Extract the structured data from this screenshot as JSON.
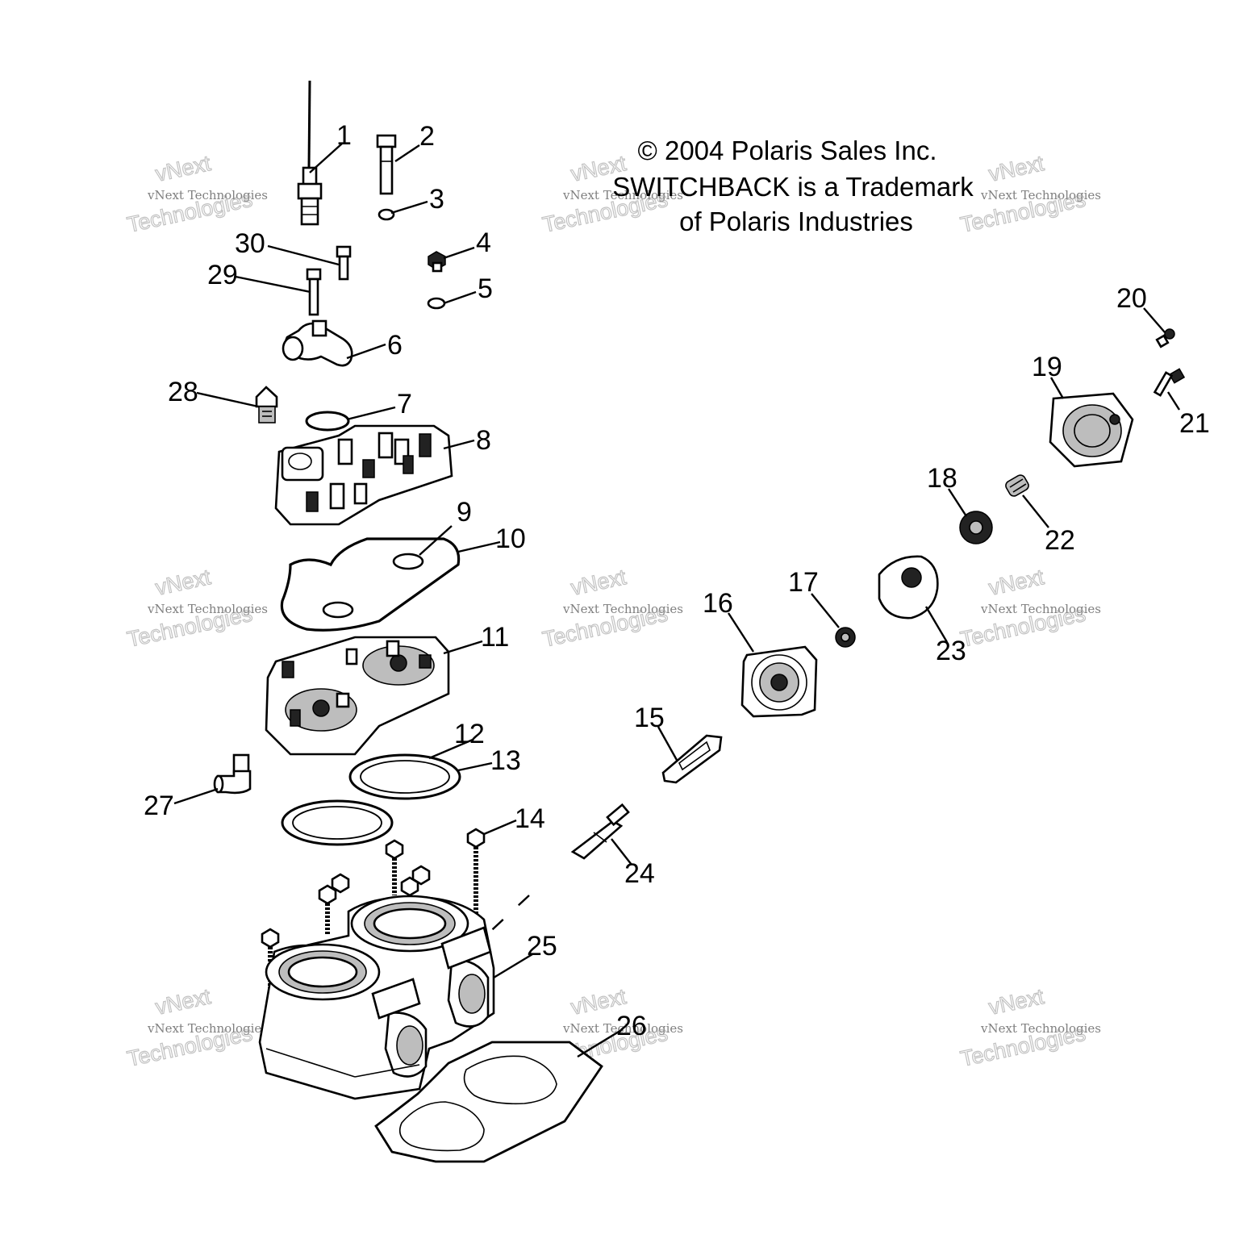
{
  "copyright": {
    "line1": "© 2004 Polaris Sales Inc.",
    "line2": "SWITCHBACK is a Trademark",
    "line3": "of Polaris Industries"
  },
  "watermark": {
    "small": "vNext Technologies",
    "top": "vNext",
    "bottom": "Technologies"
  },
  "callouts": {
    "c1": "1",
    "c2": "2",
    "c3": "3",
    "c4": "4",
    "c5": "5",
    "c6": "6",
    "c7": "7",
    "c8": "8",
    "c9": "9",
    "c10": "10",
    "c11": "11",
    "c12": "12",
    "c13": "13",
    "c14": "14",
    "c15": "15",
    "c16": "16",
    "c17": "17",
    "c18": "18",
    "c19": "19",
    "c20": "20",
    "c21": "21",
    "c22": "22",
    "c23": "23",
    "c24": "24",
    "c25": "25",
    "c26": "26",
    "c27": "27",
    "c28": "28",
    "c29": "29",
    "c30": "30"
  }
}
